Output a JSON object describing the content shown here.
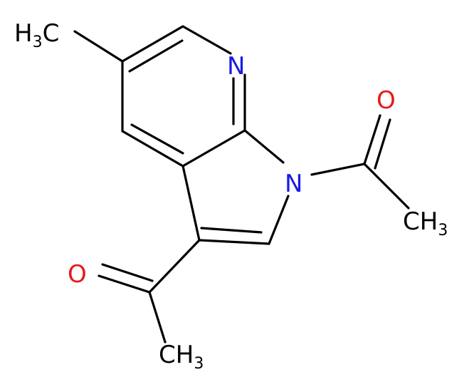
{
  "colors": {
    "carbon": "#000000",
    "nitrogen": "#1a1ae6",
    "oxygen": "#e61a1a",
    "background": "#ffffff"
  },
  "atoms": {
    "methyl_top": {
      "main": "H",
      "sub": "3",
      "tail": "C"
    },
    "n_pyridine": "N",
    "n_pyrrole": "N",
    "o_acetyl_n": "O",
    "o_acetyl_c3": "O",
    "methyl_acetyl_n": {
      "main": "CH",
      "sub": "3"
    },
    "methyl_acetyl_c3": {
      "main": "CH",
      "sub": "3"
    }
  }
}
